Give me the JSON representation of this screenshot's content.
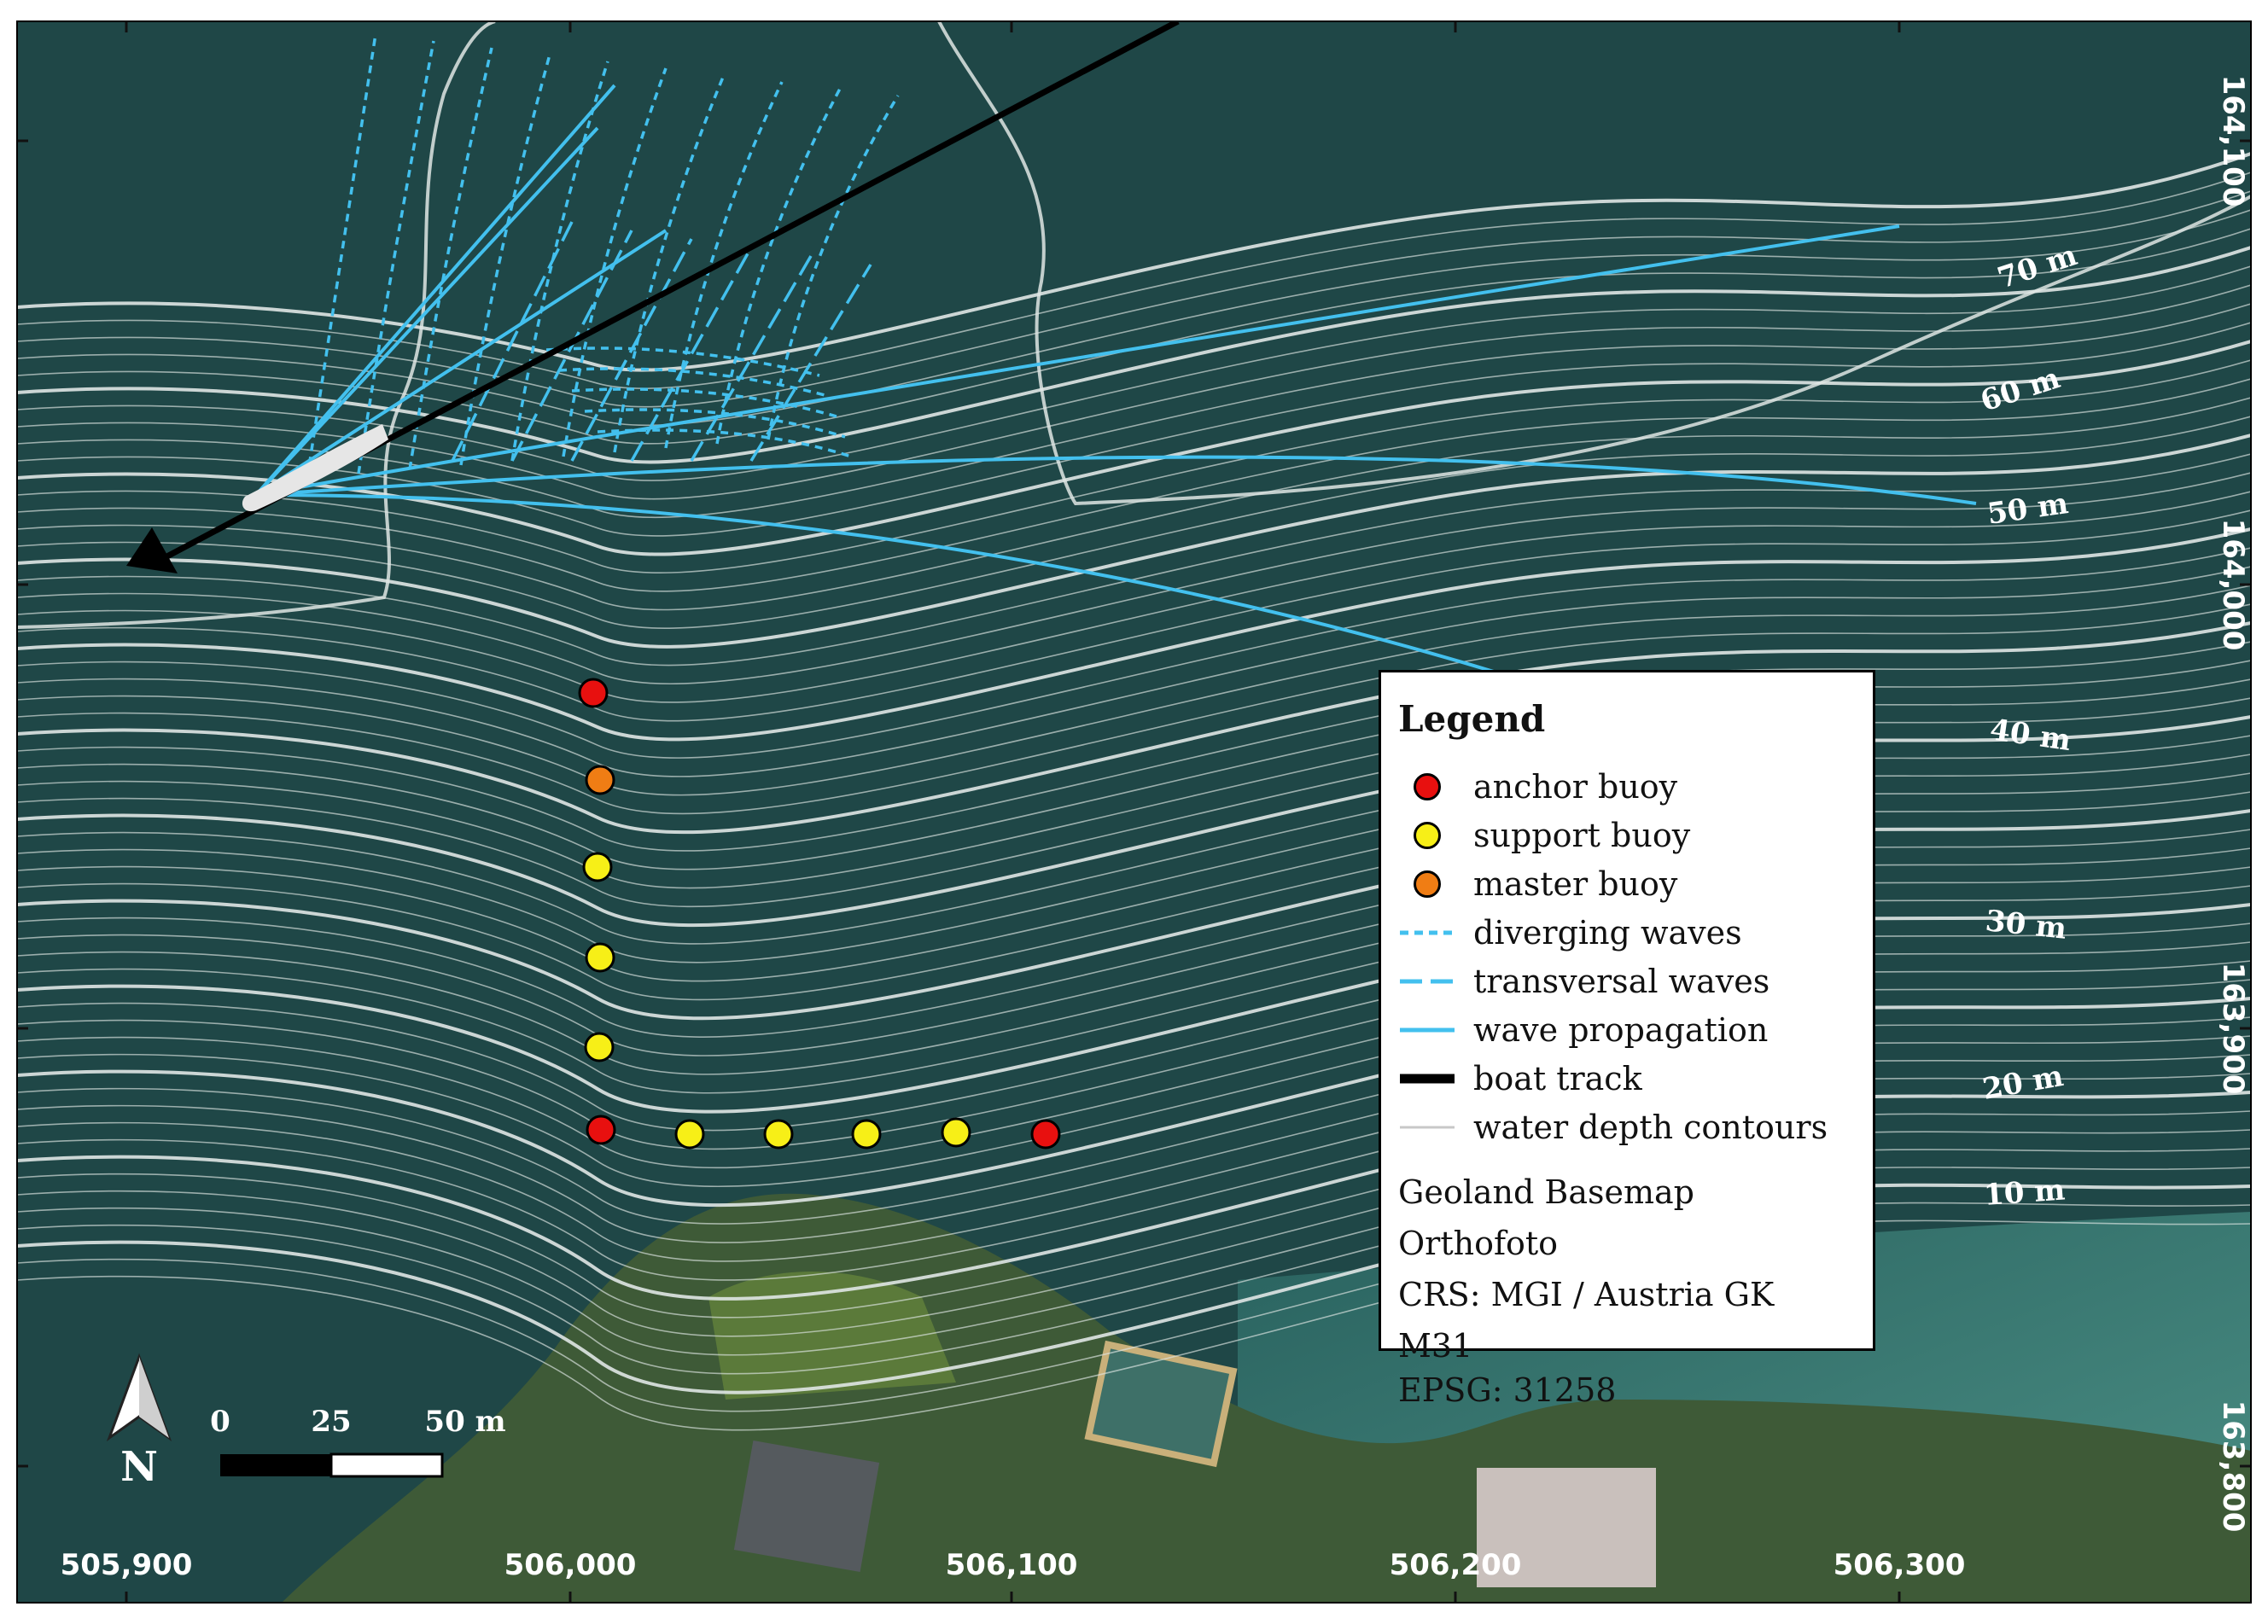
{
  "colors": {
    "water": "#1f4747",
    "shallow_water": "#3f8f86",
    "land": "#3e5a37",
    "contour": "#dfe6e4",
    "anchor_buoy": "#e8100f",
    "support_buoy": "#f7ef17",
    "master_buoy": "#f07d14",
    "wave": "#43c0ee",
    "boat_track": "#000000"
  },
  "axes": {
    "x_ticks": [
      {
        "label": "505,900",
        "value": 505900
      },
      {
        "label": "506,000",
        "value": 506000
      },
      {
        "label": "506,100",
        "value": 506100
      },
      {
        "label": "506,200",
        "value": 506200
      },
      {
        "label": "506,300",
        "value": 506300
      }
    ],
    "y_ticks": [
      {
        "label": "164,100",
        "value": 164100
      },
      {
        "label": "164,000",
        "value": 164000
      },
      {
        "label": "163,900",
        "value": 163900
      },
      {
        "label": "163,800",
        "value": 163800
      }
    ]
  },
  "depth_labels": [
    "70 m",
    "60 m",
    "50 m",
    "40 m",
    "30 m",
    "20 m",
    "10 m"
  ],
  "buoys": [
    {
      "type": "anchor"
    },
    {
      "type": "master"
    },
    {
      "type": "support"
    },
    {
      "type": "support"
    },
    {
      "type": "support"
    },
    {
      "type": "anchor"
    },
    {
      "type": "support"
    },
    {
      "type": "support"
    },
    {
      "type": "support"
    },
    {
      "type": "support"
    },
    {
      "type": "anchor"
    }
  ],
  "north_arrow": {
    "label": "N"
  },
  "scale_bar": {
    "labels": [
      "0",
      "25",
      "50 m"
    ]
  },
  "legend": {
    "title": "Legend",
    "items": [
      {
        "label": "anchor buoy",
        "symbol": "anchor-buoy"
      },
      {
        "label": "support buoy",
        "symbol": "support-buoy"
      },
      {
        "label": "master buoy",
        "symbol": "master-buoy"
      },
      {
        "label": "diverging waves",
        "symbol": "dotted-line"
      },
      {
        "label": "transversal waves",
        "symbol": "dashed-line"
      },
      {
        "label": "wave propagation",
        "symbol": "solid-line"
      },
      {
        "label": "boat track",
        "symbol": "thick-black-line"
      },
      {
        "label": "water depth contours",
        "symbol": "thin-grey-line"
      }
    ],
    "source": "Geoland Basemap Orthofoto",
    "crs": "CRS: MGI / Austria GK M31",
    "epsg": "EPSG: 31258"
  }
}
